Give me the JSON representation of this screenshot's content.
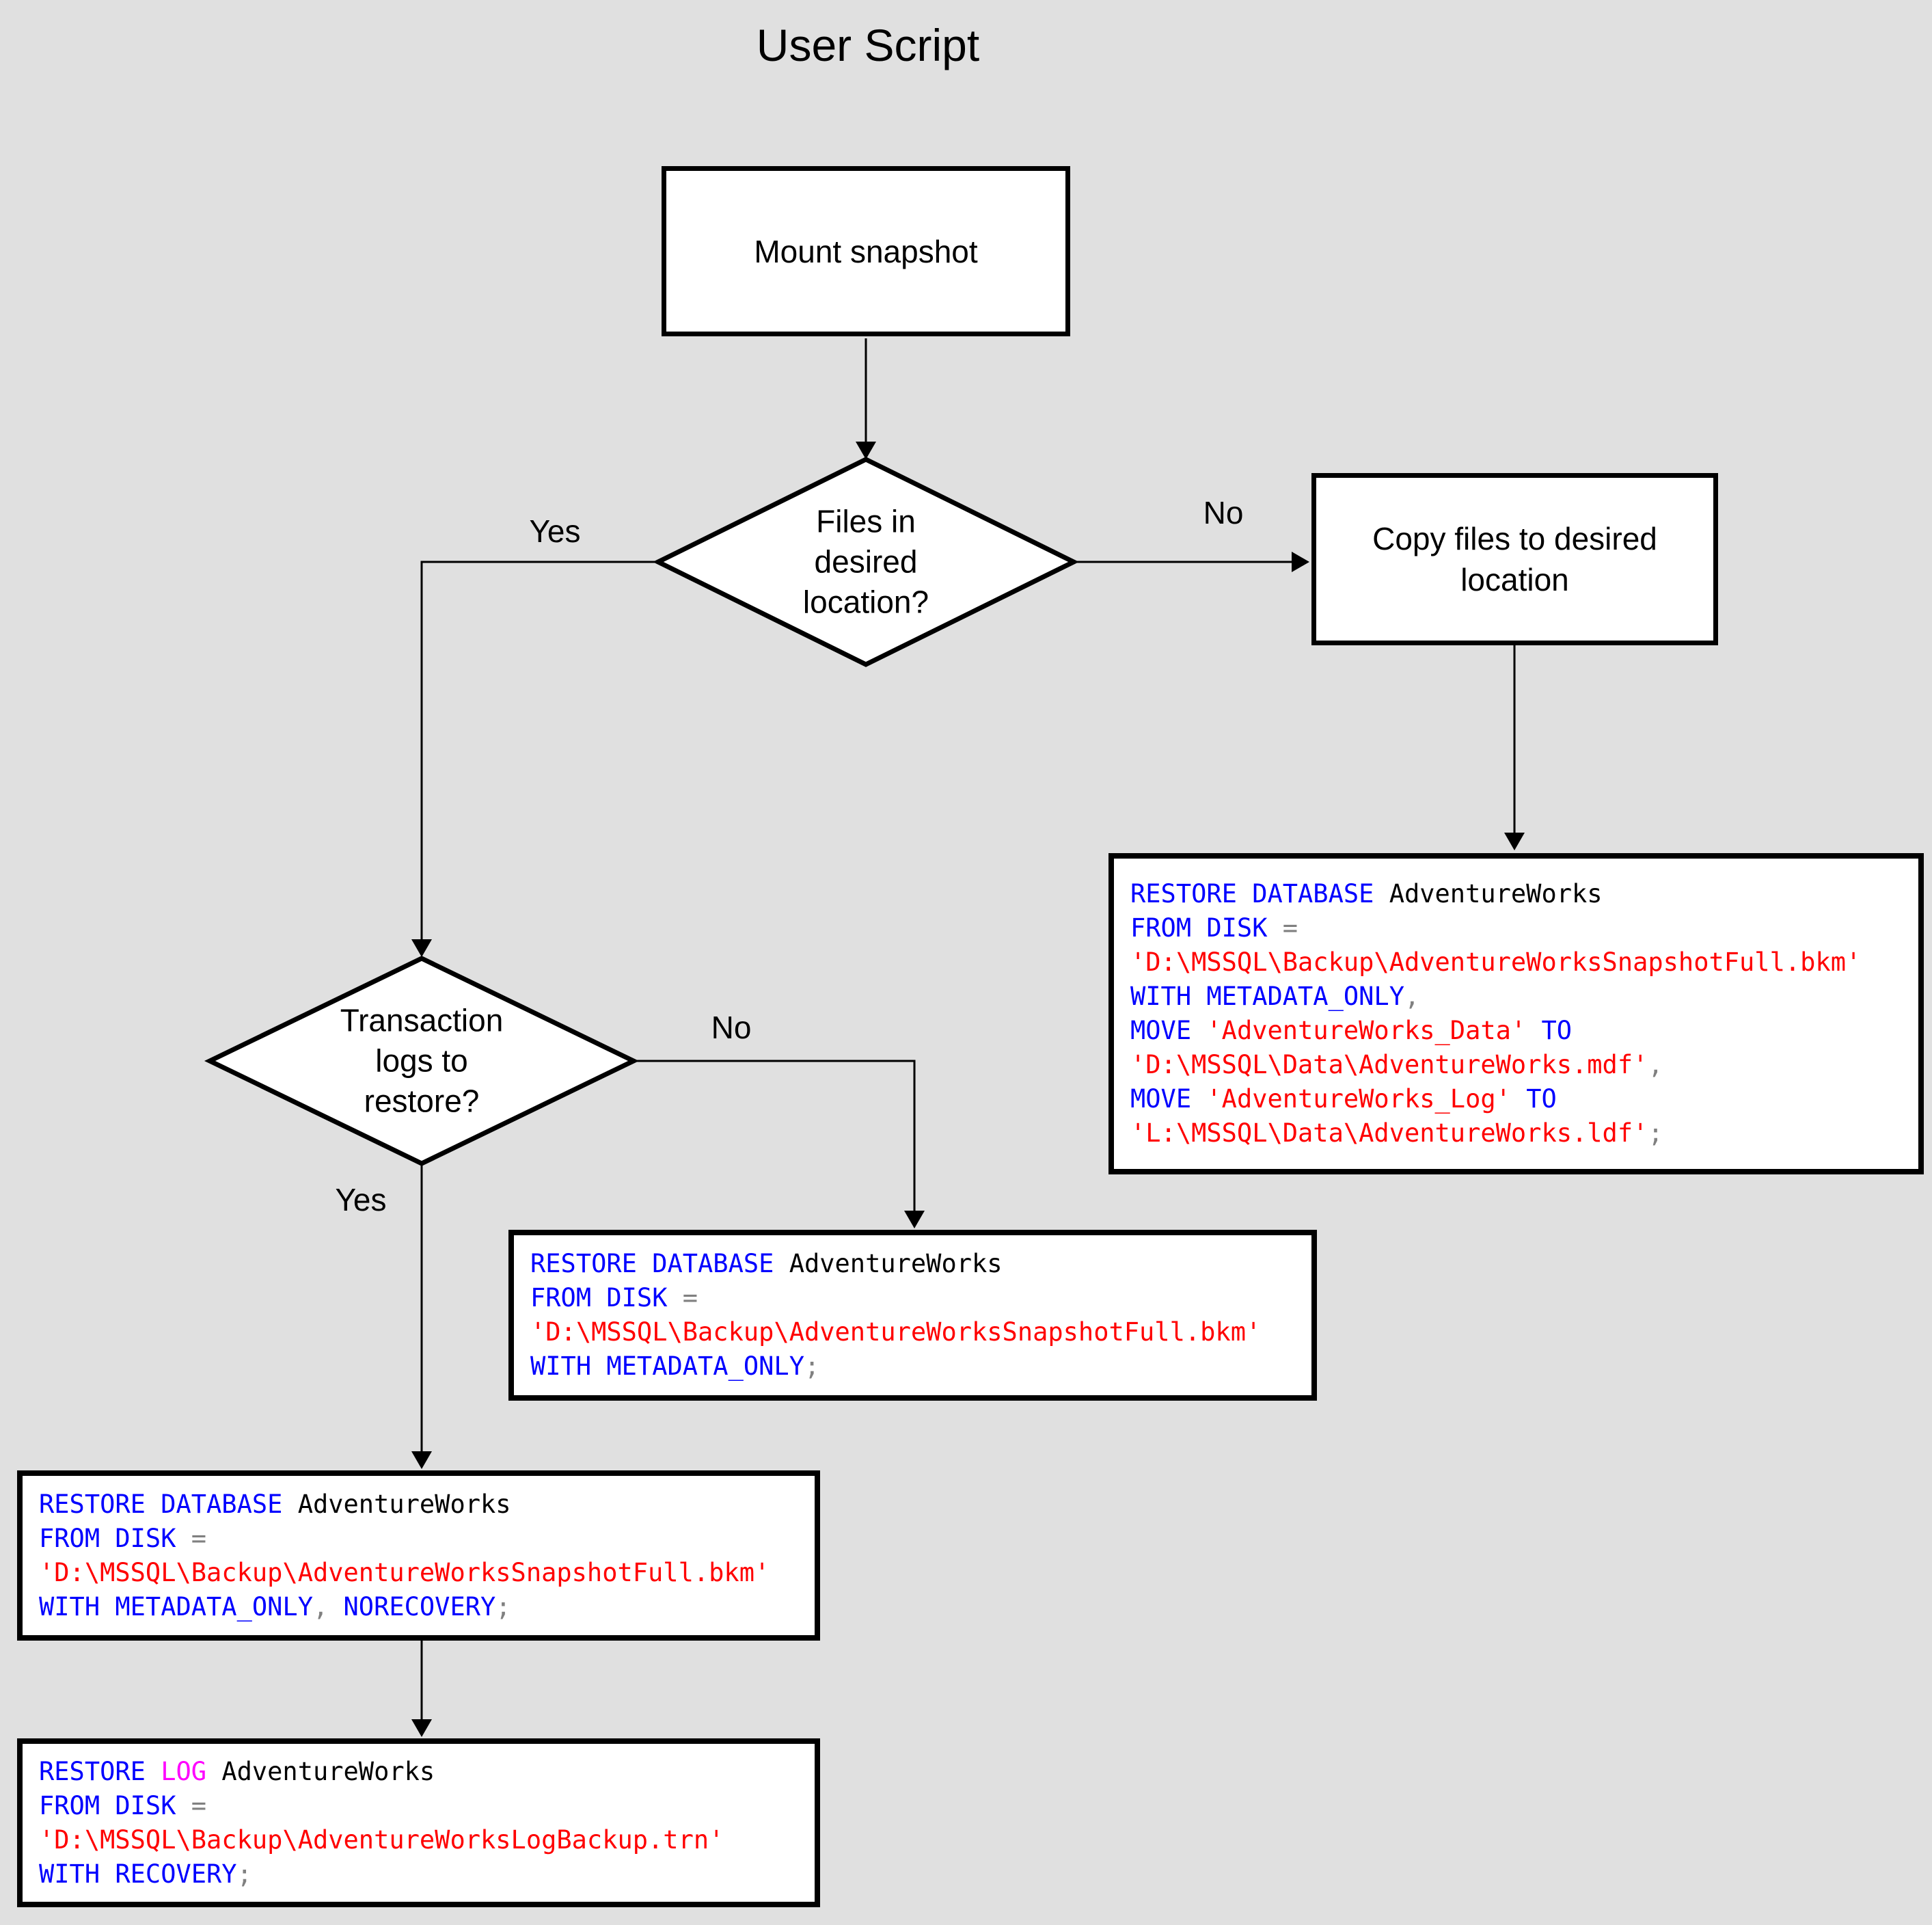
{
  "diagram": {
    "title": "User Script",
    "colors": {
      "background": "#e0e0e0",
      "shape_fill": "#ffffff",
      "shape_border": "#000000",
      "keyword": "#0000ff",
      "string": "#ff0000",
      "log_keyword": "#ff00ff",
      "identifier": "#000000",
      "operator": "#808080"
    },
    "nodes": {
      "mount": {
        "label": "Mount snapshot"
      },
      "files_decision": {
        "label": "Files in\ndesired\nlocation?"
      },
      "copy": {
        "label": "Copy files to desired\nlocation"
      },
      "logs_decision": {
        "label": "Transaction\nlogs to\nrestore?"
      }
    },
    "edge_labels": {
      "files_yes": "Yes",
      "files_no": "No",
      "logs_no": "No",
      "logs_yes": "Yes"
    },
    "edges": [
      {
        "from": "mount",
        "to": "files_decision",
        "label": ""
      },
      {
        "from": "files_decision",
        "to": "logs_decision",
        "label": "Yes"
      },
      {
        "from": "files_decision",
        "to": "copy",
        "label": "No"
      },
      {
        "from": "copy",
        "to": "restore_move_code",
        "label": ""
      },
      {
        "from": "logs_decision",
        "to": "restore_metadata_code",
        "label": "No"
      },
      {
        "from": "logs_decision",
        "to": "restore_norecovery_code",
        "label": "Yes"
      },
      {
        "from": "restore_norecovery_code",
        "to": "restore_log_code",
        "label": ""
      }
    ],
    "code_boxes": {
      "restore_move": {
        "lines": [
          [
            {
              "t": "RESTORE DATABASE",
              "c": "kw"
            },
            {
              "t": " AdventureWorks",
              "c": "id"
            }
          ],
          [
            {
              "t": "FROM DISK",
              "c": "kw"
            },
            {
              "t": " ",
              "c": "id"
            },
            {
              "t": "=",
              "c": "op"
            }
          ],
          [
            {
              "t": "'D:\\MSSQL\\Backup\\AdventureWorksSnapshotFull.bkm'",
              "c": "str"
            }
          ],
          [
            {
              "t": "WITH METADATA_ONLY",
              "c": "kw"
            },
            {
              "t": ",",
              "c": "op"
            }
          ],
          [
            {
              "t": "MOVE",
              "c": "kw"
            },
            {
              "t": " ",
              "c": "id"
            },
            {
              "t": "'AdventureWorks_Data'",
              "c": "str"
            },
            {
              "t": " ",
              "c": "id"
            },
            {
              "t": "TO",
              "c": "kw"
            }
          ],
          [
            {
              "t": "'D:\\MSSQL\\Data\\AdventureWorks.mdf'",
              "c": "str"
            },
            {
              "t": ",",
              "c": "op"
            }
          ],
          [
            {
              "t": "MOVE",
              "c": "kw"
            },
            {
              "t": " ",
              "c": "id"
            },
            {
              "t": "'AdventureWorks_Log'",
              "c": "str"
            },
            {
              "t": " ",
              "c": "id"
            },
            {
              "t": "TO",
              "c": "kw"
            }
          ],
          [
            {
              "t": "'L:\\MSSQL\\Data\\AdventureWorks.ldf'",
              "c": "str"
            },
            {
              "t": ";",
              "c": "op"
            }
          ]
        ]
      },
      "restore_metadata": {
        "lines": [
          [
            {
              "t": "RESTORE DATABASE",
              "c": "kw"
            },
            {
              "t": " AdventureWorks",
              "c": "id"
            }
          ],
          [
            {
              "t": "FROM DISK",
              "c": "kw"
            },
            {
              "t": " ",
              "c": "id"
            },
            {
              "t": "=",
              "c": "op"
            }
          ],
          [
            {
              "t": "'D:\\MSSQL\\Backup\\AdventureWorksSnapshotFull.bkm'",
              "c": "str"
            }
          ],
          [
            {
              "t": "WITH METADATA_ONLY",
              "c": "kw"
            },
            {
              "t": ";",
              "c": "op"
            }
          ]
        ]
      },
      "restore_norecovery": {
        "lines": [
          [
            {
              "t": "RESTORE DATABASE",
              "c": "kw"
            },
            {
              "t": " AdventureWorks",
              "c": "id"
            }
          ],
          [
            {
              "t": "FROM DISK",
              "c": "kw"
            },
            {
              "t": " ",
              "c": "id"
            },
            {
              "t": "=",
              "c": "op"
            }
          ],
          [
            {
              "t": "'D:\\MSSQL\\Backup\\AdventureWorksSnapshotFull.bkm'",
              "c": "str"
            }
          ],
          [
            {
              "t": "WITH METADATA_ONLY",
              "c": "kw"
            },
            {
              "t": ",",
              "c": "op"
            },
            {
              "t": " ",
              "c": "id"
            },
            {
              "t": "NORECOVERY",
              "c": "kw"
            },
            {
              "t": ";",
              "c": "op"
            }
          ]
        ]
      },
      "restore_log": {
        "lines": [
          [
            {
              "t": "RESTORE",
              "c": "kw"
            },
            {
              "t": " ",
              "c": "id"
            },
            {
              "t": "LOG",
              "c": "log"
            },
            {
              "t": " AdventureWorks",
              "c": "id"
            }
          ],
          [
            {
              "t": "FROM DISK",
              "c": "kw"
            },
            {
              "t": " ",
              "c": "id"
            },
            {
              "t": "=",
              "c": "op"
            }
          ],
          [
            {
              "t": "'D:\\MSSQL\\Backup\\AdventureWorksLogBackup.trn'",
              "c": "str"
            }
          ],
          [
            {
              "t": "WITH RECOVERY",
              "c": "kw"
            },
            {
              "t": ";",
              "c": "op"
            }
          ]
        ]
      }
    }
  }
}
